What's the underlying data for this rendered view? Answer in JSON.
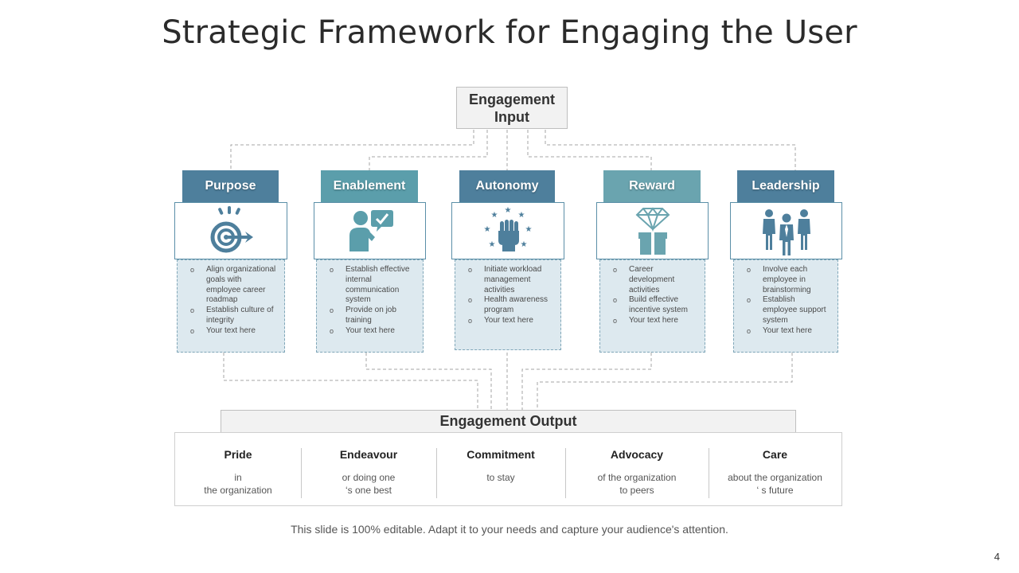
{
  "title": "Strategic Framework for Engaging the User",
  "input": {
    "label": "Engagement Input"
  },
  "categories": [
    {
      "label": "Purpose",
      "icon": "target-icon",
      "color": "#4e7f9c",
      "bullets": [
        "Align organizational goals with employee career roadmap",
        "Establish culture of integrity",
        "Your text here"
      ]
    },
    {
      "label": "Enablement",
      "icon": "person-chat-icon",
      "color": "#5b9eab",
      "bullets": [
        "Establish effective internal communication system",
        "Provide on job training",
        "Your text here"
      ]
    },
    {
      "label": "Autonomy",
      "icon": "fist-stars-icon",
      "color": "#4e7f9c",
      "bullets": [
        "Initiate workload management activities",
        "Health awareness program",
        "Your text here"
      ]
    },
    {
      "label": "Reward",
      "icon": "diamond-gift-icon",
      "color": "#6aa4af",
      "bullets": [
        "Career development activities",
        "Build effective incentive system",
        "Your text here"
      ]
    },
    {
      "label": "Leadership",
      "icon": "team-icon",
      "color": "#4e7f9c",
      "bullets": [
        "Involve each employee in brainstorming",
        "Establish employee support system",
        "Your text here"
      ]
    }
  ],
  "output": {
    "label": "Engagement Output",
    "items": [
      {
        "title": "Pride",
        "lines": [
          "in",
          "the organization"
        ]
      },
      {
        "title": "Endeavour",
        "lines": [
          "or doing one",
          "‘s one best"
        ]
      },
      {
        "title": "Commitment",
        "lines": [
          "to stay"
        ]
      },
      {
        "title": "Advocacy",
        "lines": [
          "of the organization",
          "to peers"
        ]
      },
      {
        "title": "Care",
        "lines": [
          "about the organization",
          "‘ s future"
        ]
      }
    ]
  },
  "footer": "This slide is 100% editable. Adapt it to your needs and capture your audience's attention.",
  "page_number": "4"
}
